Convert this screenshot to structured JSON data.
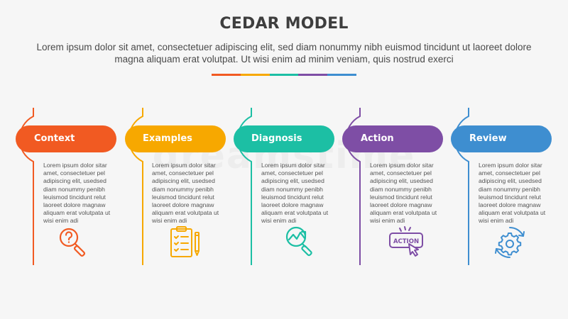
{
  "header": {
    "title": "CEDAR MODEL",
    "subtitle": "Lorem ipsum dolor sit amet, consectetuer adipiscing elit, sed diam nonummy nibh euismod tincidunt ut laoreet dolore magna aliquam erat volutpat. Ut wisi enim ad minim veniam, quis nostrud exerci"
  },
  "divider_colors": [
    "#f15a22",
    "#f7a800",
    "#1cbfa4",
    "#7e4ea5",
    "#3e8ed0"
  ],
  "watermark": "dreamstime",
  "steps": [
    {
      "label": "Context",
      "color": "#f15a22",
      "text": "Lorem ipsum dolor sitar amet, consectetuer pel adipiscing elit, usedsed diam nonummy penibh leuismod tincidunt relut laoreet dolore magnaw aliquam erat volutpata ut wisi enim adi",
      "icon": "magnifier-question-icon"
    },
    {
      "label": "Examples",
      "color": "#f7a800",
      "text": "Lorem ipsum dolor sitar amet, consectetuer pel adipiscing elit, usedsed diam nonummy penibh leuismod tincidunt relut laoreet dolore magnaw aliquam erat volutpata ut wisi enim adi",
      "icon": "clipboard-checklist-icon"
    },
    {
      "label": "Diagnosis",
      "color": "#1cbfa4",
      "text": "Lorem ipsum dolor sitar amet, consectetuer pel adipiscing elit, usedsed diam nonummy penibh leuismod tincidunt relut laoreet dolore magnaw aliquam erat volutpata ut wisi enim adi",
      "icon": "magnifier-chart-icon"
    },
    {
      "label": "Action",
      "color": "#7e4ea5",
      "text": "Lorem ipsum dolor sitar amet, consectetuer pel adipiscing elit, usedsed diam nonummy penibh leuismod tincidunt relut laoreet dolore magnaw aliquam erat volutpata ut wisi enim adi",
      "icon": "action-button-click-icon",
      "icon_text": "ACTION"
    },
    {
      "label": "Review",
      "color": "#3e8ed0",
      "text": "Lorem ipsum dolor sitar amet, consectetuer pel adipiscing elit, usedsed diam nonummy penibh leuismod tincidunt relut laoreet dolore magnaw aliquam erat volutpata ut wisi enim adi",
      "icon": "gear-cycle-icon"
    }
  ]
}
